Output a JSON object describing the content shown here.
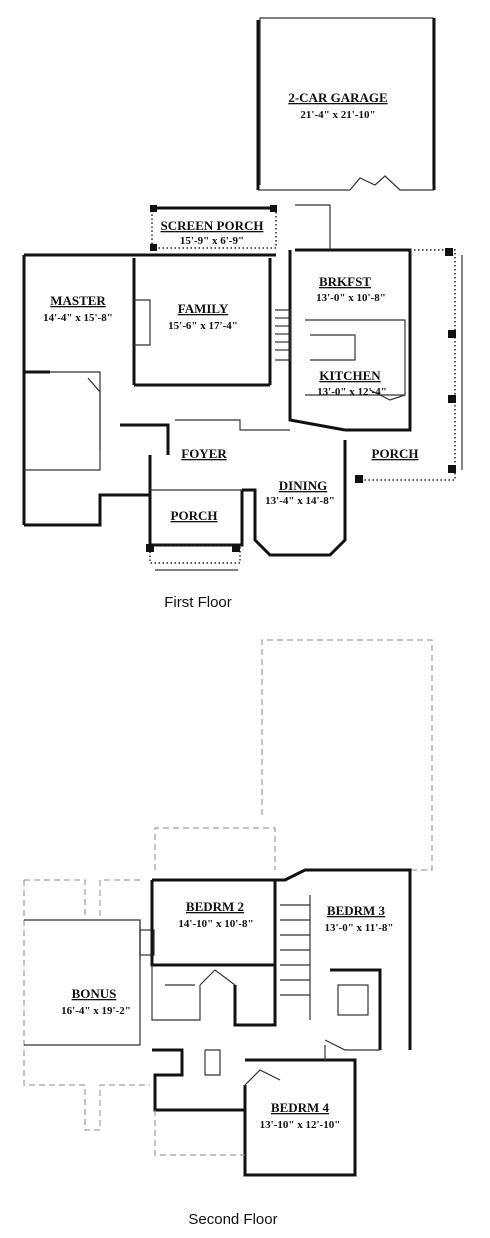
{
  "first_floor": {
    "caption": "First Floor",
    "rooms": {
      "garage": {
        "name": "2-CAR GARAGE",
        "dims": "21'-4\" x 21'-10\""
      },
      "screen_porch": {
        "name": "SCREEN PORCH",
        "dims": "15'-9\" x 6'-9\""
      },
      "master": {
        "name": "MASTER",
        "dims": "14'-4\" x 15'-8\""
      },
      "family": {
        "name": "FAMILY",
        "dims": "15'-6\" x 17'-4\""
      },
      "brkfst": {
        "name": "BRKFST",
        "dims": "13'-0\" x 10'-8\""
      },
      "kitchen": {
        "name": "KITCHEN",
        "dims": "13'-0\" x 12'-4\""
      },
      "foyer": {
        "name": "FOYER"
      },
      "porch_side": {
        "name": "PORCH"
      },
      "dining": {
        "name": "DINING",
        "dims": "13'-4\" x 14'-8\""
      },
      "porch_front": {
        "name": "PORCH"
      }
    }
  },
  "second_floor": {
    "caption": "Second Floor",
    "rooms": {
      "bedrm2": {
        "name": "BEDRM 2",
        "dims": "14'-10\" x 10'-8\""
      },
      "bedrm3": {
        "name": "BEDRM 3",
        "dims": "13'-0\" x 11'-8\""
      },
      "bonus": {
        "name": "BONUS",
        "dims": "16'-4\" x 19'-2\""
      },
      "bedrm4": {
        "name": "BEDRM 4",
        "dims": "13'-10\" x 12'-10\""
      }
    }
  }
}
